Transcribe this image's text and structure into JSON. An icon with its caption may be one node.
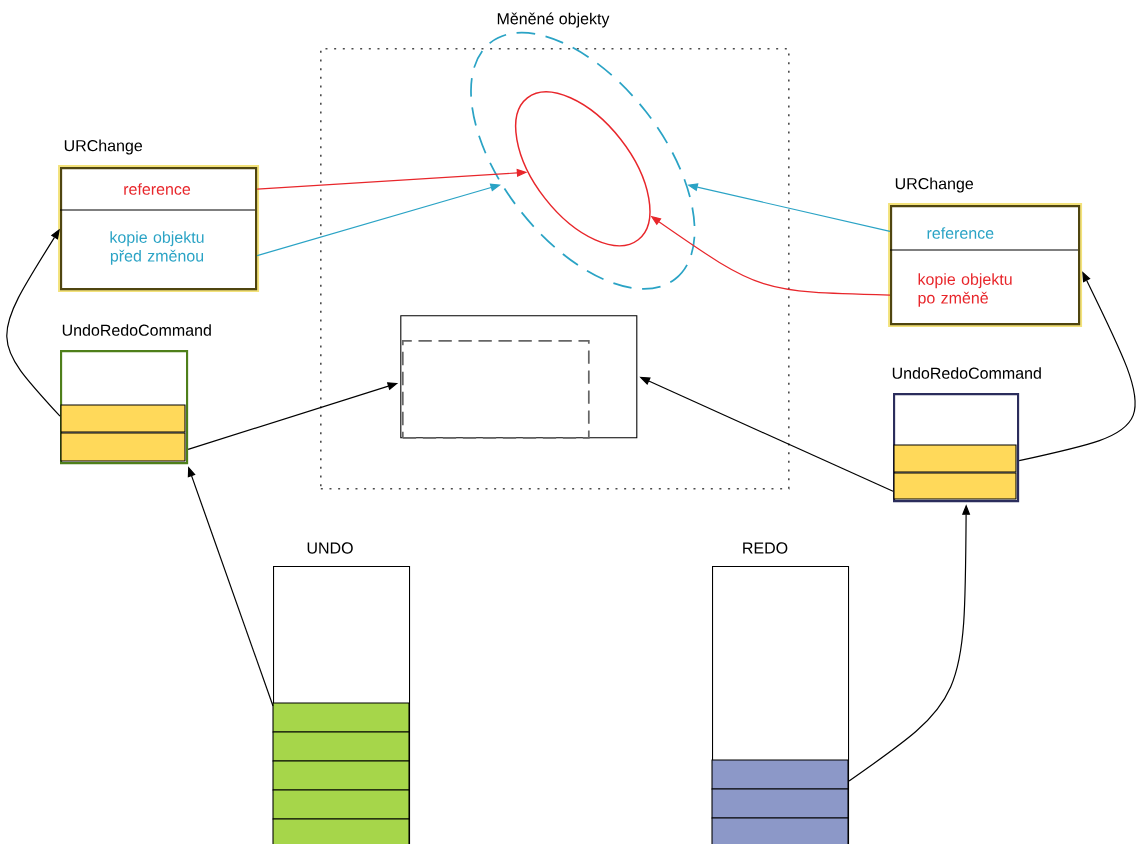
{
  "diagram": {
    "nodes": [
      {
        "text": [
          "Měněné objekty"
        ]
      },
      {
        "text": [],
        "shape": "ellipse",
        "in": 0
      },
      {
        "text": [],
        "shape": "ellipse",
        "in": 1
      },
      {
        "text": [],
        "shape": "box",
        "in": 0
      },
      {
        "text": [],
        "shape": "box",
        "in": 3
      },
      {
        "text": [
          "URChange",
          "reference",
          "kopie objektu před změnou"
        ]
      },
      {
        "text": [
          "UndoRedoCommand"
        ]
      },
      {
        "text": [
          "URChange",
          "reference",
          "kopie objektu po změně"
        ]
      },
      {
        "text": [
          "UndoRedoCommand"
        ]
      },
      {
        "text": [
          "UNDO"
        ]
      },
      {
        "text": [
          "REDO"
        ]
      }
    ],
    "edges": [
      {
        "from": 5,
        "to": 2,
        "arrow": "to",
        "color": "#e8262b"
      },
      {
        "from": 5,
        "to": 1,
        "arrow": "to",
        "color": "#2aa3c5"
      },
      {
        "from": 7,
        "to": 1,
        "arrow": "to",
        "color": "#2aa3c5"
      },
      {
        "from": 7,
        "to": 2,
        "arrow": "to",
        "color": "#e8262b"
      },
      {
        "from": 6,
        "to": 5,
        "arrow": "to"
      },
      {
        "from": 6,
        "to": 3,
        "arrow": "to"
      },
      {
        "from": 8,
        "to": 3,
        "arrow": "to"
      },
      {
        "from": 8,
        "to": 7,
        "arrow": "to"
      },
      {
        "from": 9,
        "to": 6,
        "arrow": "to"
      },
      {
        "from": 10,
        "to": 8,
        "arrow": "to"
      }
    ]
  }
}
